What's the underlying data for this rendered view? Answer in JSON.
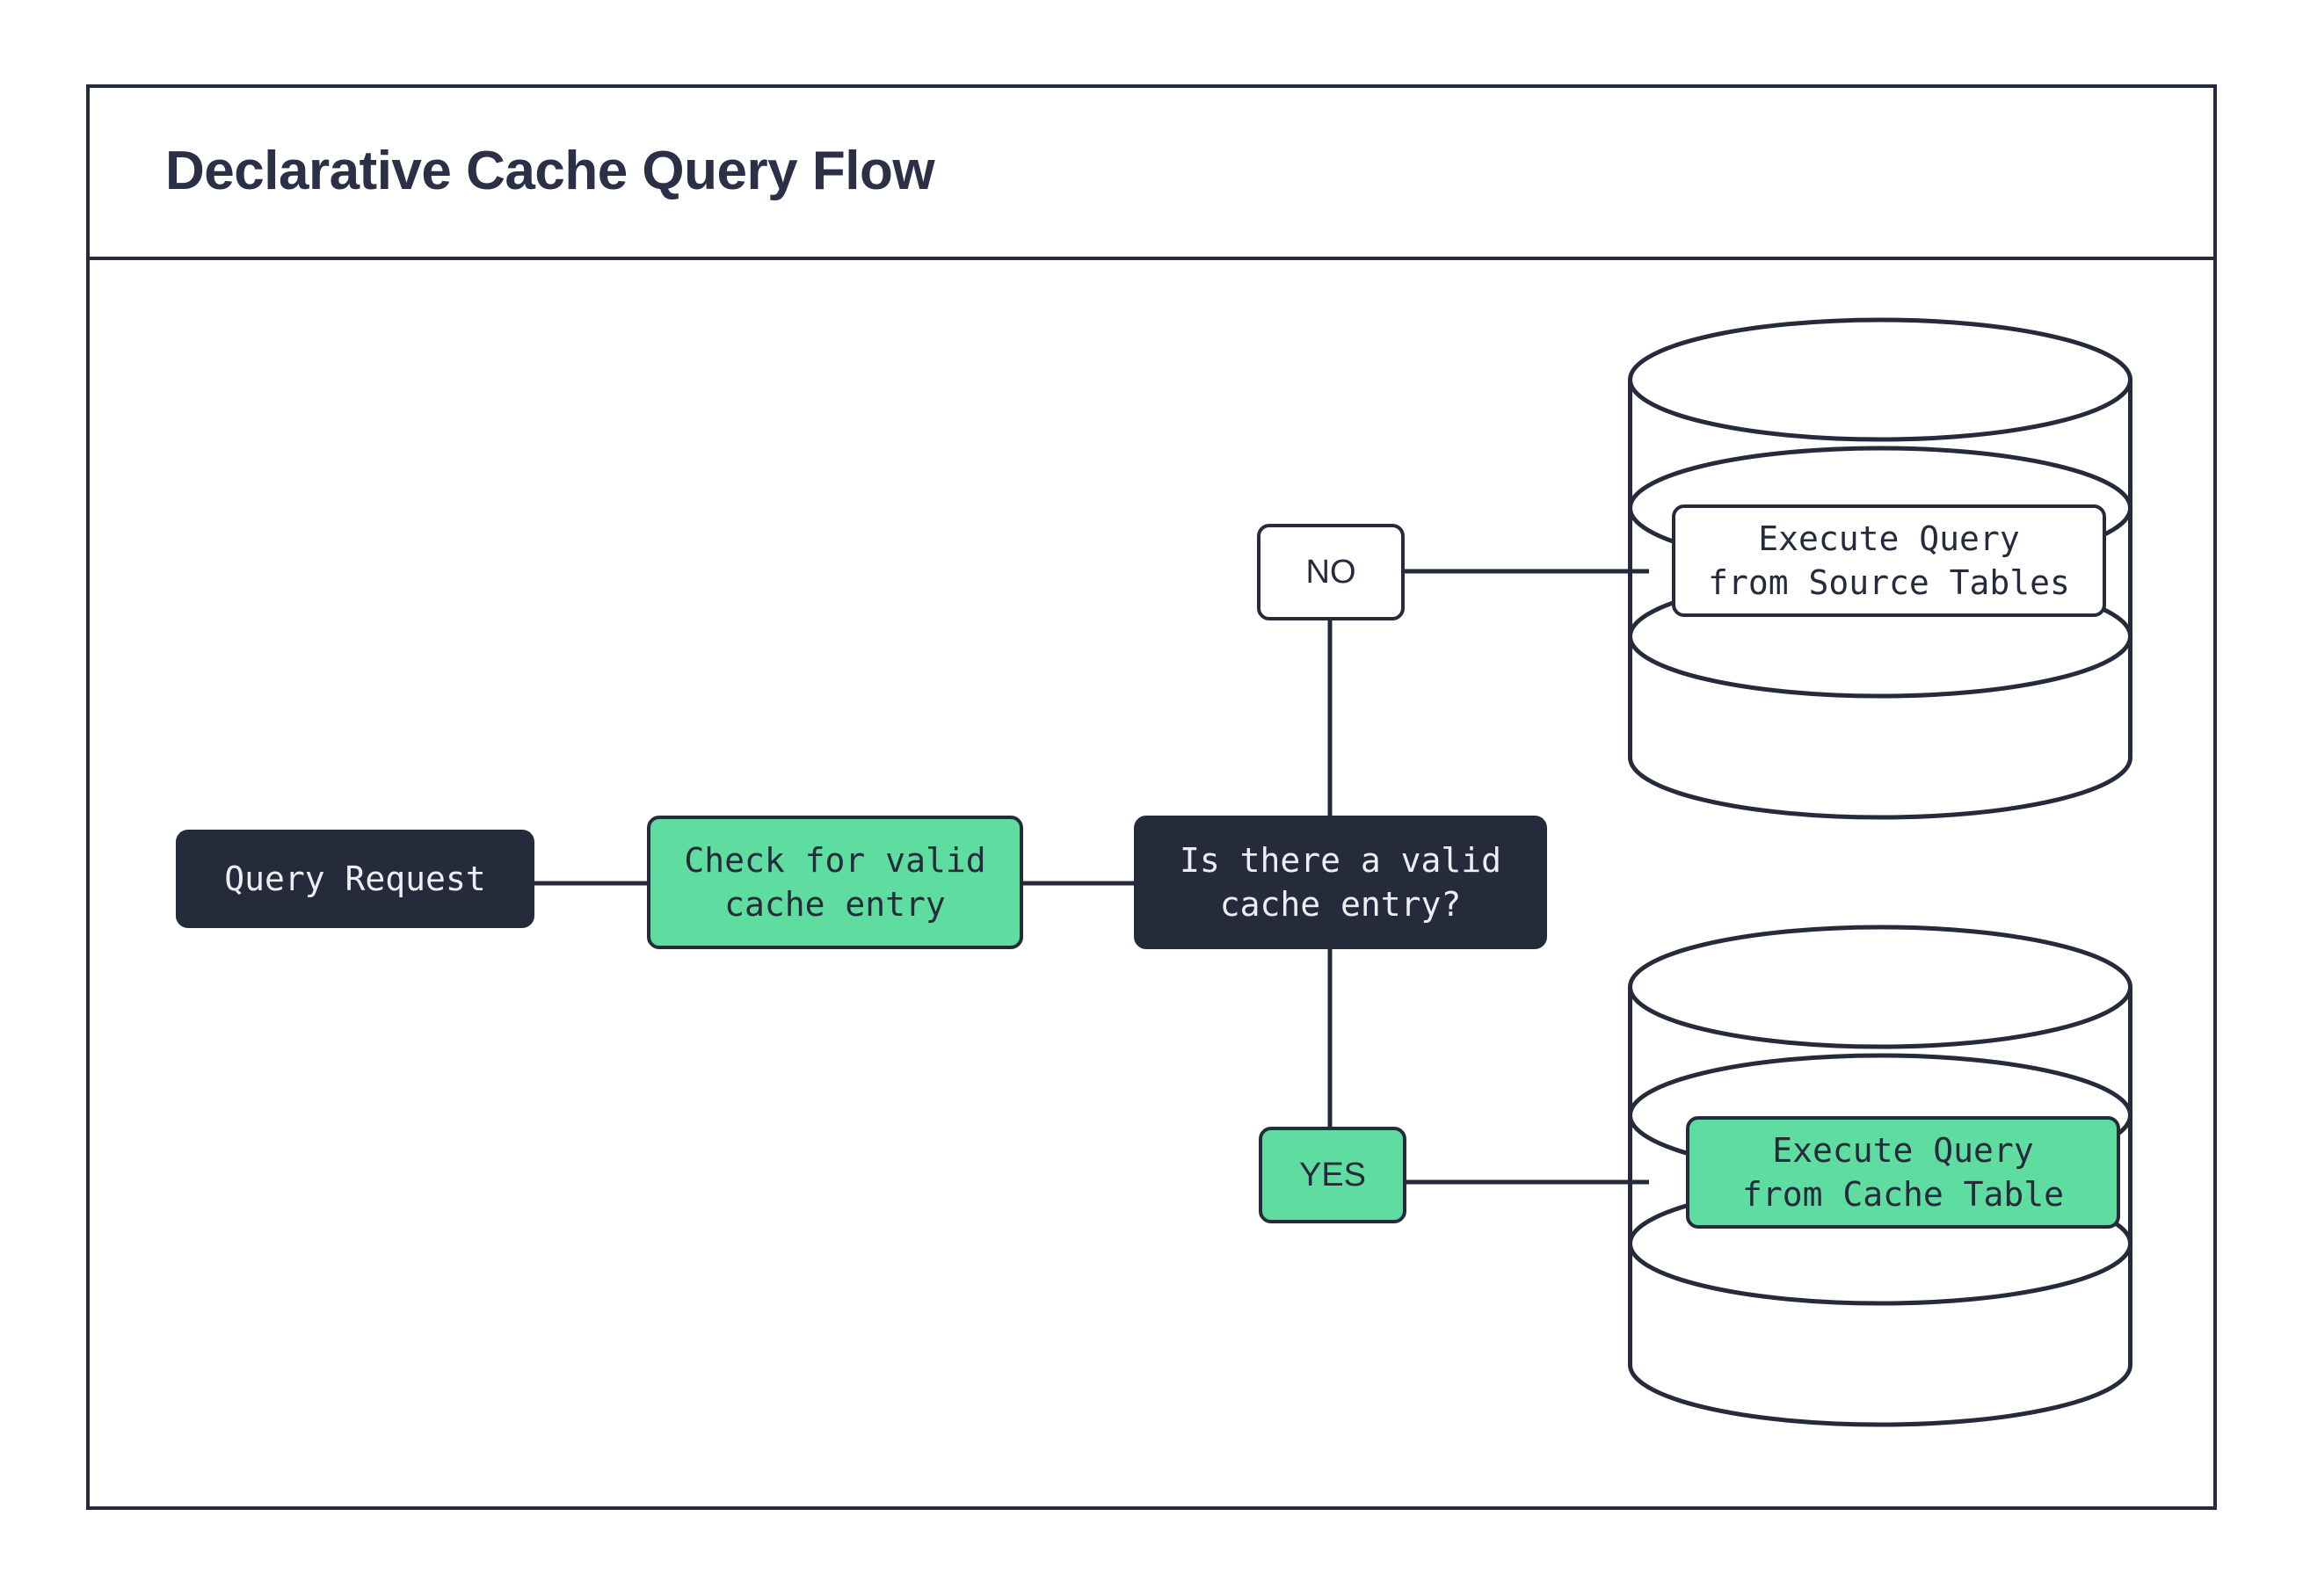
{
  "header": {
    "title": "Declarative Cache Query Flow"
  },
  "colors": {
    "ink": "#262b3b",
    "accent_green": "#5fdca0",
    "surface": "#ffffff",
    "text_on_dark": "#eceef3"
  },
  "flow": {
    "nodes": [
      {
        "id": "query-request",
        "label": "Query Request",
        "style": "dark",
        "shape": "rounded-rect"
      },
      {
        "id": "check-cache",
        "label": "Check for valid\ncache entry",
        "style": "green",
        "shape": "rounded-rect"
      },
      {
        "id": "decision",
        "label": "Is there a valid\ncache entry?",
        "style": "dark",
        "shape": "rounded-rect"
      },
      {
        "id": "exec-source",
        "label": "Execute Query\nfrom Source Tables",
        "style": "white",
        "shape": "database-cylinder"
      },
      {
        "id": "exec-cache",
        "label": "Execute Query\nfrom Cache Table",
        "style": "green",
        "shape": "database-cylinder"
      }
    ],
    "branch_labels": [
      {
        "id": "no",
        "label": "NO",
        "style": "white"
      },
      {
        "id": "yes",
        "label": "YES",
        "style": "green"
      }
    ],
    "edges": [
      {
        "from": "query-request",
        "to": "check-cache",
        "label": ""
      },
      {
        "from": "check-cache",
        "to": "decision",
        "label": ""
      },
      {
        "from": "decision",
        "to": "exec-source",
        "label": "NO"
      },
      {
        "from": "decision",
        "to": "exec-cache",
        "label": "YES"
      }
    ]
  }
}
